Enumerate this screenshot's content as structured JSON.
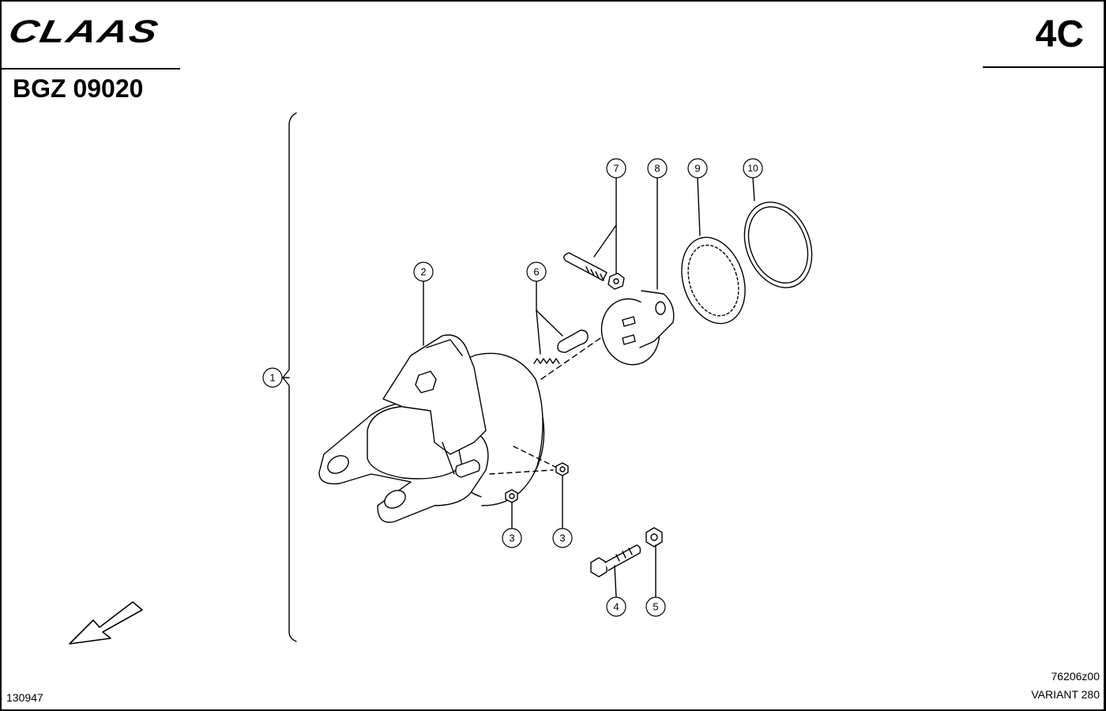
{
  "header": {
    "brand": "CLAAS",
    "document_id": "BGZ 09020",
    "section": "4C"
  },
  "footer": {
    "reference_number": "130947",
    "figure_number": "76206z00",
    "variant": "VARIANT 280"
  },
  "callouts": [
    "1",
    "2",
    "3",
    "3",
    "4",
    "5",
    "6",
    "7",
    "8",
    "9",
    "10"
  ]
}
